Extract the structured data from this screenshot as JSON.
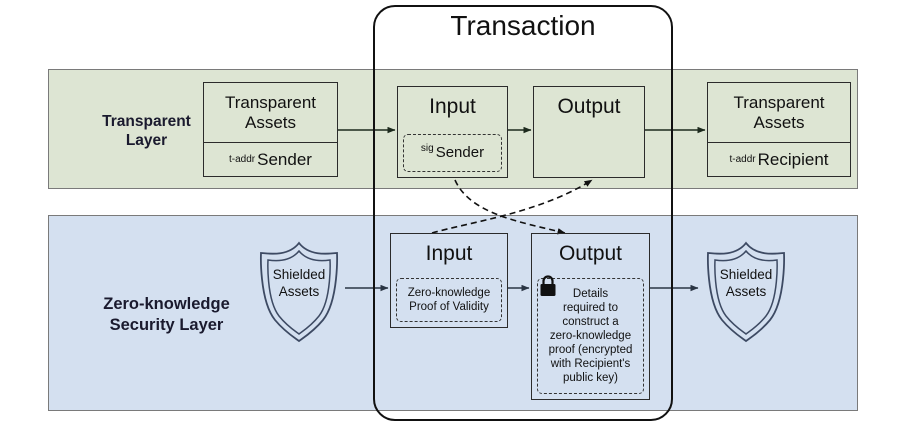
{
  "diagram": {
    "title": "Transaction",
    "colors": {
      "transparent_layer_fill": "#dde5d3",
      "zk_layer_fill": "#d4e0f0",
      "outline": "#2b2b2b",
      "transaction_outline": "#111111"
    }
  },
  "transparent_layer": {
    "label": "Transparent\nLayer",
    "label_line1": "Transparent",
    "label_line2": "Layer",
    "sender_assets": {
      "title": "Transparent\nAssets",
      "title_line1": "Transparent",
      "title_line2": "Assets",
      "addr_prefix": "t-addr",
      "party": "Sender"
    },
    "recipient_assets": {
      "title": "Transparent\nAssets",
      "title_line1": "Transparent",
      "title_line2": "Assets",
      "addr_prefix": "t-addr",
      "party": "Recipient"
    },
    "input": {
      "title": "Input",
      "note_prefix": "sig",
      "note": "Sender"
    },
    "output": {
      "title": "Output"
    }
  },
  "zk_layer": {
    "label_line1": "Zero-knowledge",
    "label_line2": "Security Layer",
    "left_shield": {
      "line1": "Shielded",
      "line2": "Assets"
    },
    "right_shield": {
      "line1": "Shielded",
      "line2": "Assets"
    },
    "input": {
      "title": "Input",
      "note_line1": "Zero-knowledge",
      "note_line2": "Proof of Validity"
    },
    "output": {
      "title": "Output",
      "lock": "lock-icon",
      "note": "Details required to construct a zero-knowledge proof (encrypted with Recipient's public key)",
      "note_lines": [
        "Details",
        "required to",
        "construct a",
        "zero-knowledge",
        "proof (encrypted",
        "with Recipient's",
        "public key)"
      ]
    }
  }
}
